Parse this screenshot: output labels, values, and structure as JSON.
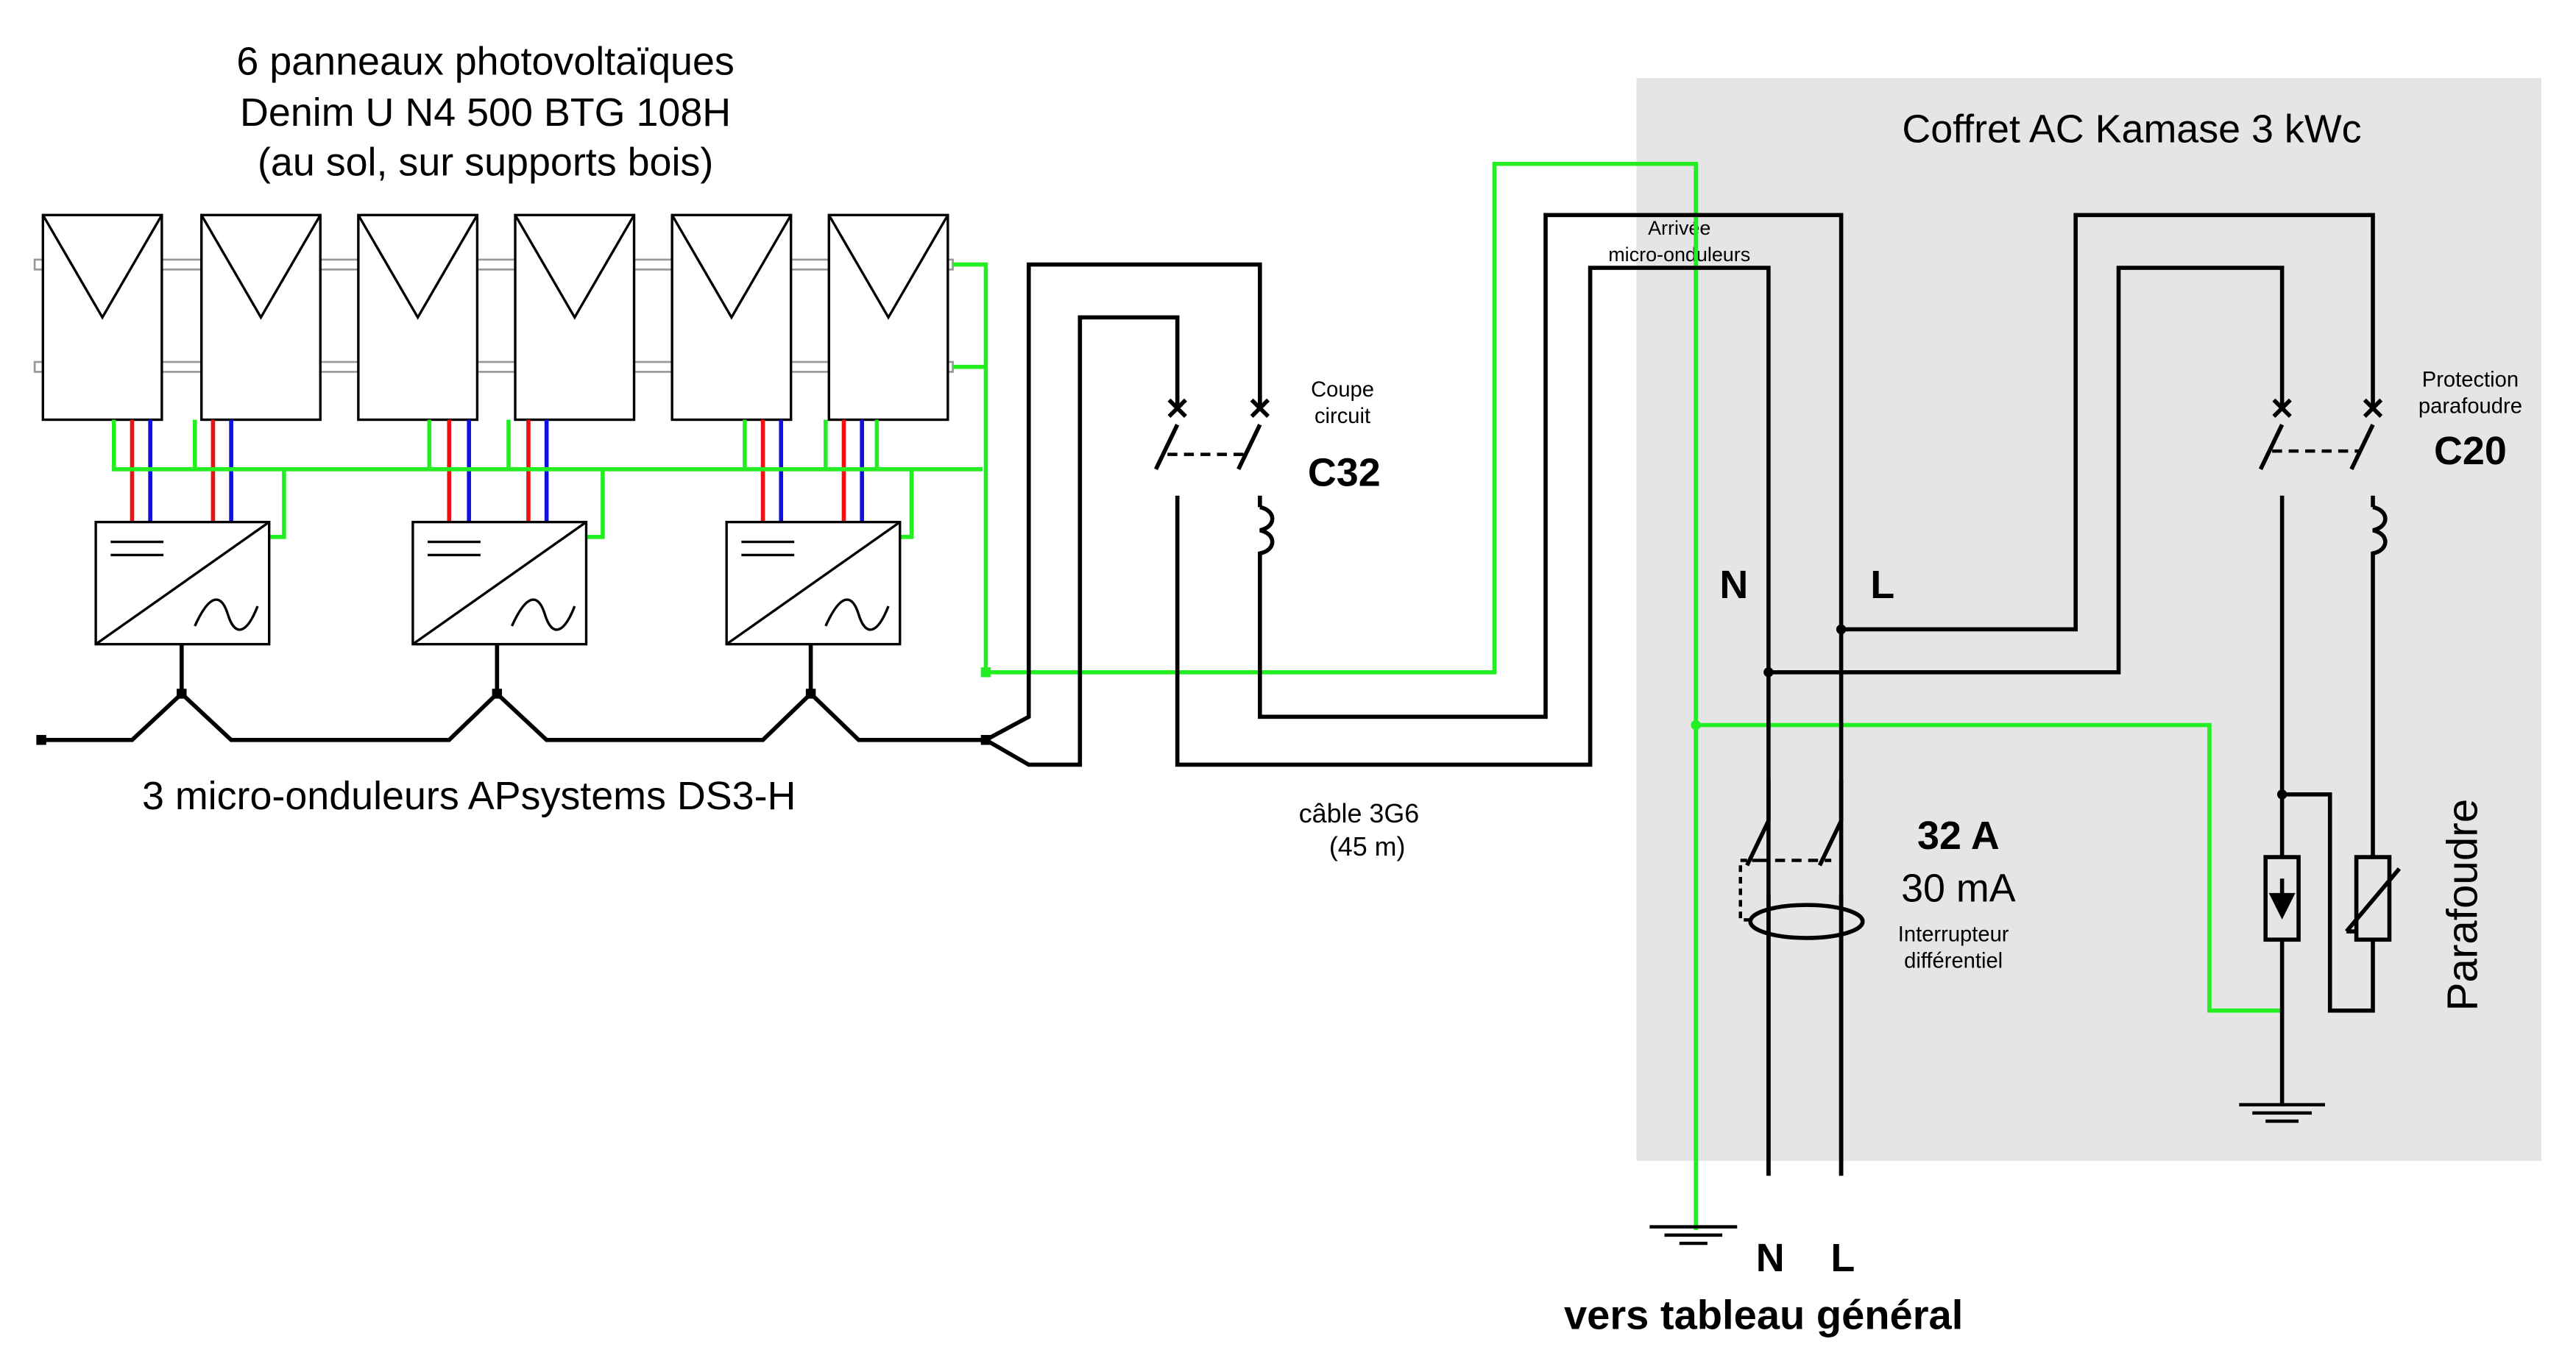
{
  "panels": {
    "title_line1": "6 panneaux photovoltaïques",
    "title_line2": "Denim U N4 500 BTG 108H",
    "title_line3": "(au sol, sur supports bois)"
  },
  "inverters": {
    "label": "3 micro-onduleurs APsystems DS3-H"
  },
  "cable": {
    "label_line1": "câble 3G6",
    "label_line2": "(45 m)"
  },
  "breaker_c32": {
    "label_line1": "Coupe",
    "label_line2": "circuit",
    "rating": "C32"
  },
  "ac_box": {
    "title": "Coffret AC Kamase 3 kWc",
    "arrival_line1": "Arrivée",
    "arrival_line2": "micro-onduleurs",
    "n_label": "N",
    "l_label": "L",
    "rcd_current": "32 A",
    "rcd_sensitivity": "30 mA",
    "rcd_name_line1": "Interrupteur",
    "rcd_name_line2": "différentiel",
    "surge_breaker_line1": "Protection",
    "surge_breaker_line2": "parafoudre",
    "surge_breaker_rating": "C20",
    "surge_label": "Parafoudre"
  },
  "output": {
    "n_label": "N",
    "l_label": "L",
    "destination": "vers tableau général"
  },
  "colors": {
    "box_fill": "#e5e5e5",
    "wire": "#000000",
    "earth": "#22ee22",
    "dc_positive": "#ee1111",
    "dc_negative": "#1111dd"
  }
}
